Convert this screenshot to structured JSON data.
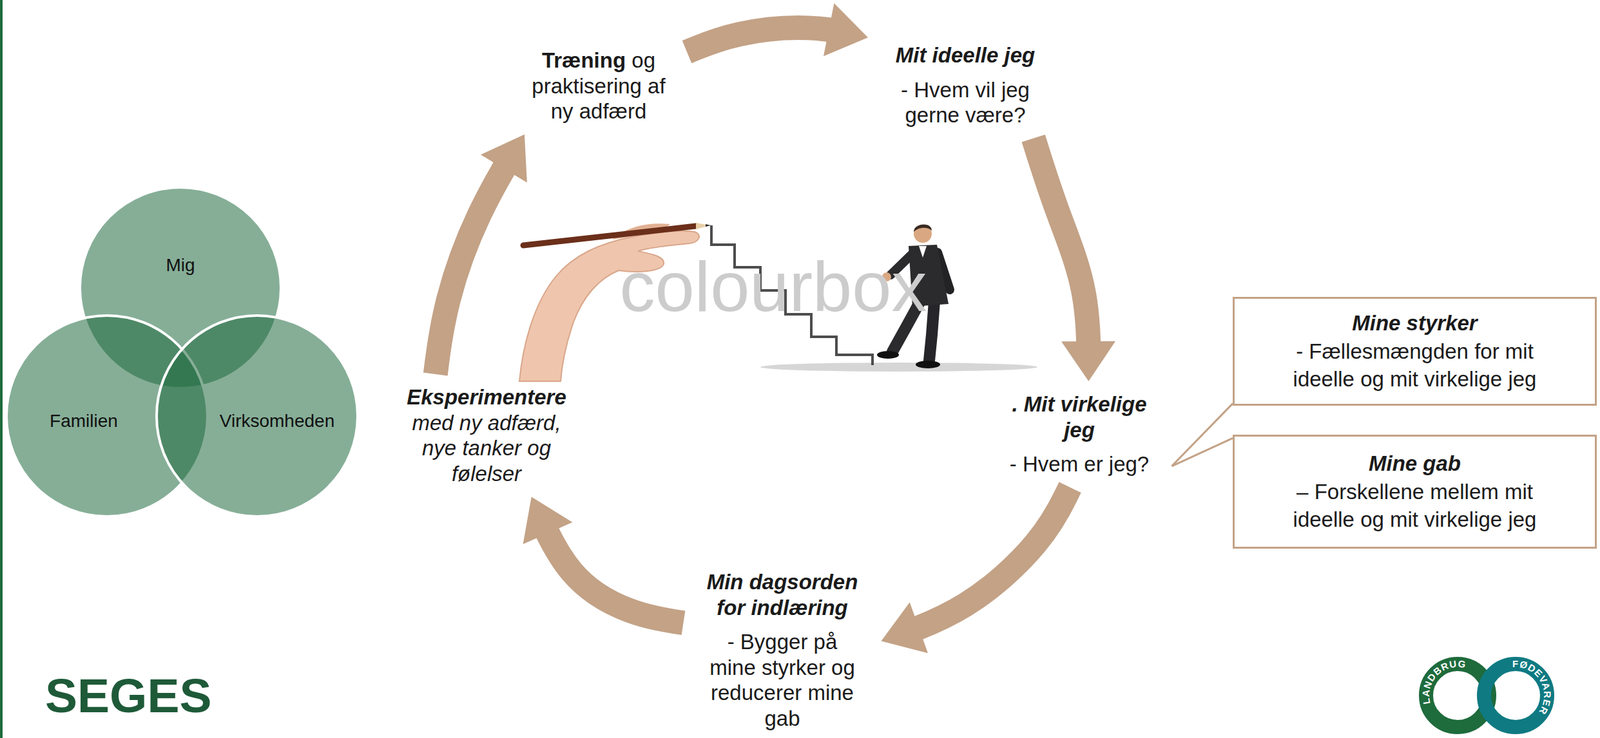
{
  "diagram": {
    "nodes": [
      {
        "text": [
          "Mig"
        ]
      },
      {
        "text": [
          "Familien"
        ]
      },
      {
        "text": [
          "Virksomheden"
        ]
      },
      {
        "text": [
          "Træning",
          "og praktisering af ny adfærd"
        ]
      },
      {
        "text": [
          "Mit ideelle jeg",
          "- Hvem vil jeg gerne være?"
        ]
      },
      {
        "text": [
          ". Mit virkelige jeg",
          "- Hvem er jeg?"
        ]
      },
      {
        "text": [
          "Mine styrker",
          "- Fællesmængden for mit ideelle og mit virkelige jeg"
        ]
      },
      {
        "text": [
          "Mine gab",
          "– Forskellene mellem mit ideelle og mit virkelige jeg"
        ]
      },
      {
        "text": [
          "Min dagsorden for indlæring",
          "- Bygger på mine styrker og reducerer mine gab"
        ]
      },
      {
        "text": [
          "Eksperimentere",
          "med ny adfærd, nye tanker og følelser"
        ]
      }
    ],
    "edges": [
      {
        "from": 3,
        "to": 4,
        "arrow": "to"
      },
      {
        "from": 4,
        "to": 5,
        "arrow": "to"
      },
      {
        "from": 5,
        "to": 8,
        "arrow": "to"
      },
      {
        "from": 8,
        "to": 9,
        "arrow": "to"
      },
      {
        "from": 9,
        "to": 3,
        "arrow": "to"
      },
      {
        "from": 5,
        "to": 6,
        "arrow": "none"
      },
      {
        "from": 5,
        "to": 7,
        "arrow": "none"
      }
    ],
    "labels": [
      "colourbox",
      "SEGES",
      "LANDBRUG",
      "FØDEVARER"
    ]
  }
}
